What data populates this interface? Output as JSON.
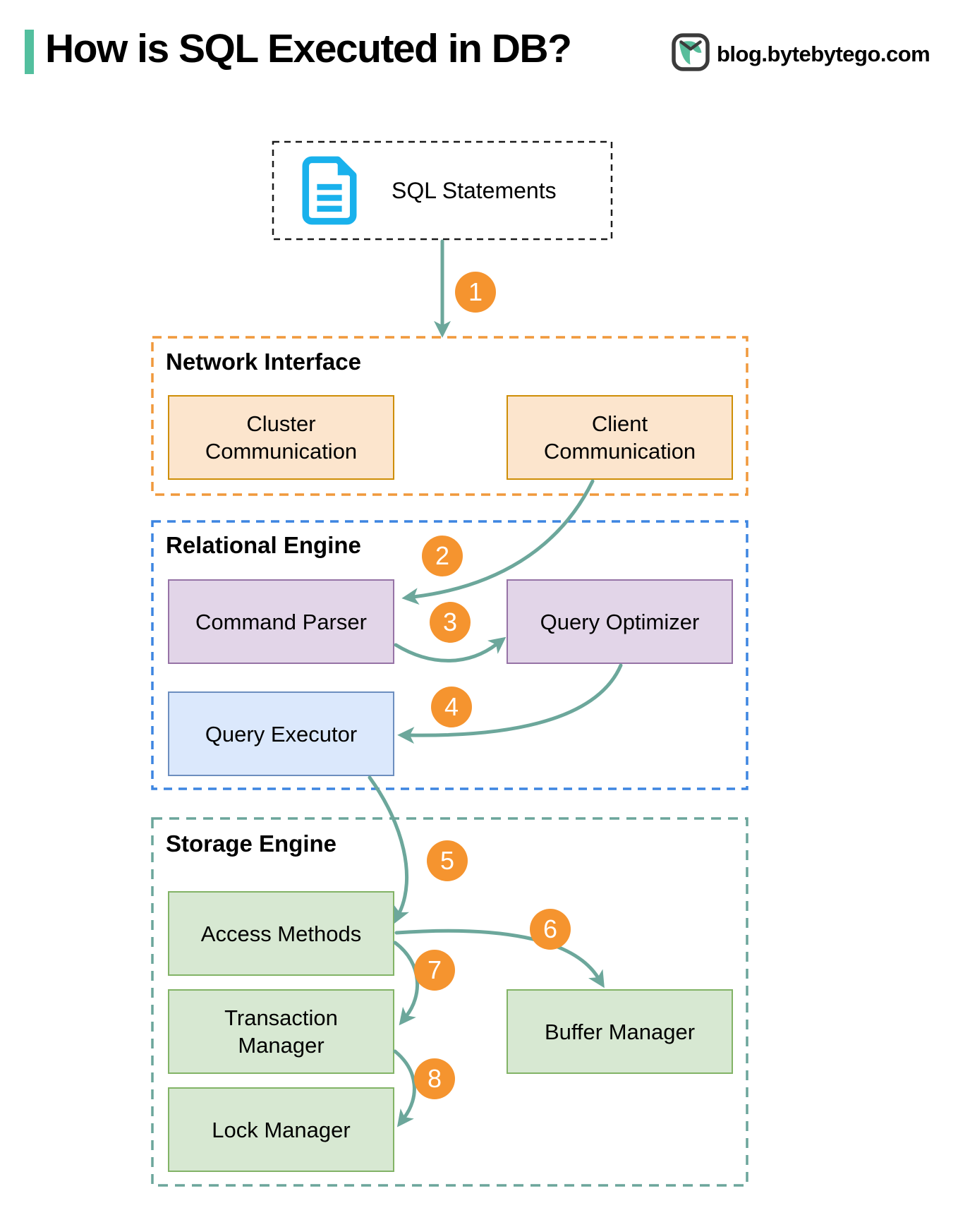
{
  "header": {
    "title": "How is SQL Executed in DB?",
    "brand": "blog.bytebytego.com"
  },
  "source": {
    "label": "SQL Statements",
    "icon": "document-icon"
  },
  "sections": [
    {
      "id": "network-interface",
      "title": "Network Interface"
    },
    {
      "id": "relational-engine",
      "title": "Relational Engine"
    },
    {
      "id": "storage-engine",
      "title": "Storage Engine"
    }
  ],
  "nodes": [
    {
      "id": "cluster-communication",
      "section": "network-interface",
      "lines": [
        "Cluster",
        "Communication"
      ]
    },
    {
      "id": "client-communication",
      "section": "network-interface",
      "lines": [
        "Client",
        "Communication"
      ]
    },
    {
      "id": "command-parser",
      "section": "relational-engine",
      "lines": [
        "Command Parser"
      ]
    },
    {
      "id": "query-optimizer",
      "section": "relational-engine",
      "lines": [
        "Query Optimizer"
      ]
    },
    {
      "id": "query-executor",
      "section": "relational-engine",
      "lines": [
        "Query Executor"
      ]
    },
    {
      "id": "access-methods",
      "section": "storage-engine",
      "lines": [
        "Access Methods"
      ]
    },
    {
      "id": "transaction-manager",
      "section": "storage-engine",
      "lines": [
        "Transaction",
        "Manager"
      ]
    },
    {
      "id": "buffer-manager",
      "section": "storage-engine",
      "lines": [
        "Buffer Manager"
      ]
    },
    {
      "id": "lock-manager",
      "section": "storage-engine",
      "lines": [
        "Lock Manager"
      ]
    }
  ],
  "steps": [
    "1",
    "2",
    "3",
    "4",
    "5",
    "6",
    "7",
    "8"
  ],
  "colors": {
    "accent_bar": "#53BF9E",
    "arrow": "#6CA79B",
    "step_badge": "#F5942F",
    "step_badge_text": "#FFFFFF",
    "sql_box_border": "#1A1A1A",
    "network_border": "#F0993C",
    "relational_border": "#3D85E1",
    "storage_border": "#6BA59B",
    "orange_node_fill": "#FCE5CD",
    "orange_node_border": "#CE8E06",
    "purple_node_fill": "#E2D5E8",
    "purple_node_border": "#9673A6",
    "blue_node_fill": "#DBE8FC",
    "blue_node_border": "#6C8EBF",
    "green_node_fill": "#D7E8D2",
    "green_node_border": "#82B366",
    "document_icon": "#19B1EC",
    "logo_outline": "#3B3B3B",
    "logo_green": "#57BD9B"
  }
}
